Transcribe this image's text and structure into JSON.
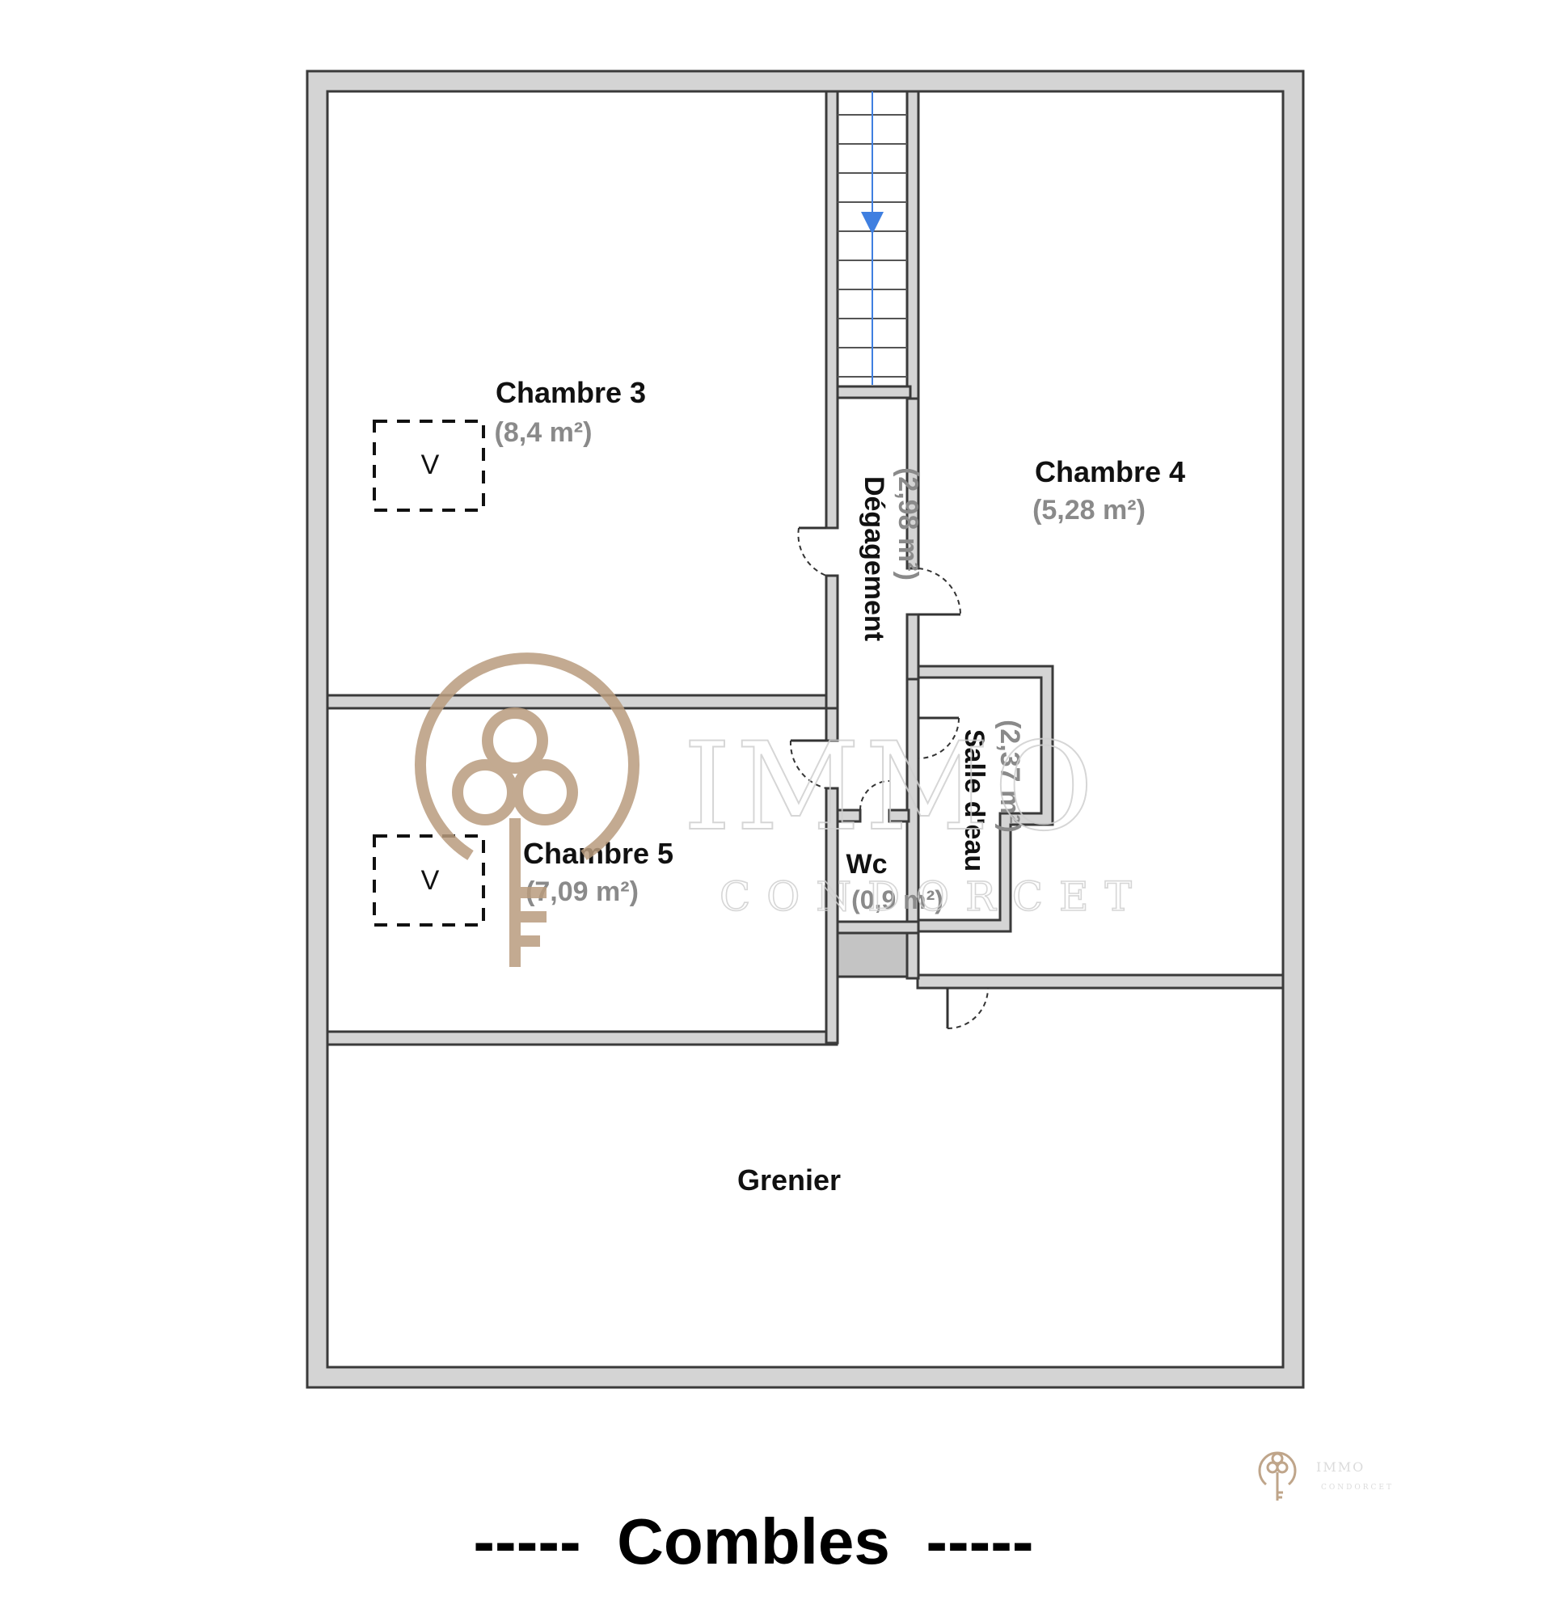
{
  "plan": {
    "floor_title": "-----  Combles  -----",
    "rooms": {
      "chambre3": {
        "name": "Chambre 3",
        "area": "(8,4 m²)"
      },
      "chambre4": {
        "name": "Chambre 4",
        "area": "(5,28 m²)"
      },
      "chambre5": {
        "name": "Chambre 5",
        "area": "(7,09 m²)"
      },
      "degagement": {
        "name": "Dégagement",
        "area": "(2,98 m²)"
      },
      "salle_deau": {
        "name": "Salle d'eau",
        "area": "(2,37 m²)"
      },
      "wc": {
        "name": "Wc",
        "area": "(0,9 m²)"
      },
      "grenier": {
        "name": "Grenier"
      }
    },
    "velux_label": "V"
  },
  "watermark": {
    "brand": "IMMO",
    "sub": "CONDORCET",
    "color": "#b99c7e"
  },
  "colors": {
    "wall_fill": "#d4d4d4",
    "wall_stroke": "#3a3a3a",
    "stair_arrow": "#3f7fe0"
  }
}
